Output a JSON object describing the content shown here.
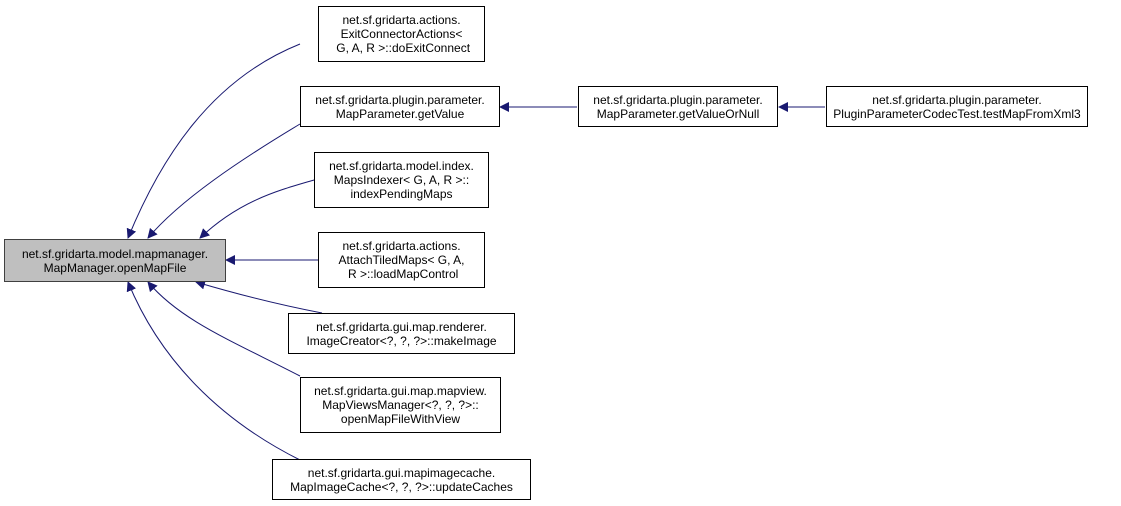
{
  "diagram": {
    "type": "call-graph",
    "edge_color": "#191970",
    "main_node_fill": "#bfbfbf",
    "nodes": [
      {
        "id": "main",
        "lines": [
          "net.sf.gridarta.model.mapmanager.",
          "MapManager.openMapFile"
        ],
        "highlighted": true
      },
      {
        "id": "n1",
        "lines": [
          "net.sf.gridarta.actions.",
          "ExitConnectorActions<",
          " G, A, R >::doExitConnect"
        ]
      },
      {
        "id": "n2",
        "lines": [
          "net.sf.gridarta.plugin.parameter.",
          "MapParameter.getValue"
        ]
      },
      {
        "id": "n3",
        "lines": [
          "net.sf.gridarta.model.index.",
          "MapsIndexer< G, A, R >::",
          "indexPendingMaps"
        ]
      },
      {
        "id": "n4",
        "lines": [
          "net.sf.gridarta.actions.",
          "AttachTiledMaps< G, A,",
          " R >::loadMapControl"
        ]
      },
      {
        "id": "n5",
        "lines": [
          "net.sf.gridarta.gui.map.renderer.",
          "ImageCreator<?, ?, ?>::makeImage"
        ]
      },
      {
        "id": "n6",
        "lines": [
          "net.sf.gridarta.gui.map.mapview.",
          "MapViewsManager<?, ?, ?>::",
          "openMapFileWithView"
        ]
      },
      {
        "id": "n7",
        "lines": [
          "net.sf.gridarta.gui.mapimagecache.",
          "MapImageCache<?, ?, ?>::updateCaches"
        ]
      },
      {
        "id": "n8",
        "lines": [
          "net.sf.gridarta.plugin.parameter.",
          "MapParameter.getValueOrNull"
        ]
      },
      {
        "id": "n9",
        "lines": [
          "net.sf.gridarta.plugin.parameter.",
          "PluginParameterCodecTest.testMapFromXml3"
        ]
      }
    ],
    "edges": [
      {
        "from": "n1",
        "to": "main"
      },
      {
        "from": "n2",
        "to": "main"
      },
      {
        "from": "n3",
        "to": "main"
      },
      {
        "from": "n4",
        "to": "main"
      },
      {
        "from": "n5",
        "to": "main"
      },
      {
        "from": "n6",
        "to": "main"
      },
      {
        "from": "n7",
        "to": "main"
      },
      {
        "from": "n8",
        "to": "n2"
      },
      {
        "from": "n9",
        "to": "n8"
      }
    ]
  }
}
